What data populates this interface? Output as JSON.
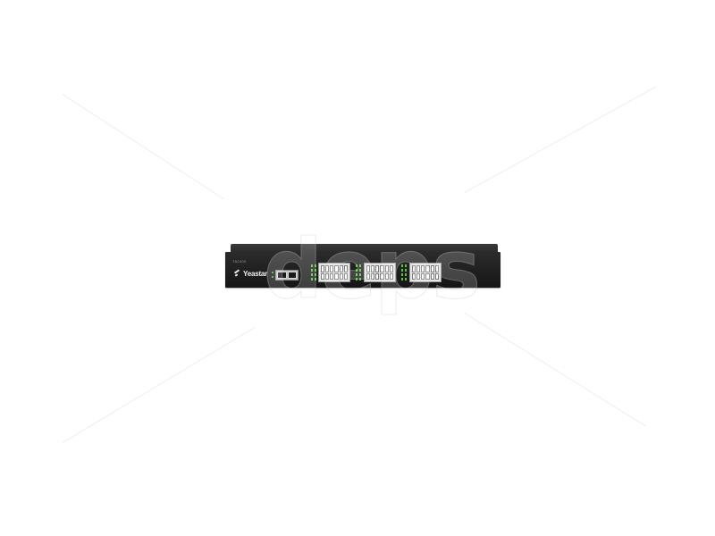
{
  "device": {
    "brand": "Yeastar",
    "model": "TA2400",
    "body_color": "#1f1f1f",
    "led_color": "#57c83a",
    "port_blocks": 3
  },
  "watermark": {
    "text": "deps"
  }
}
